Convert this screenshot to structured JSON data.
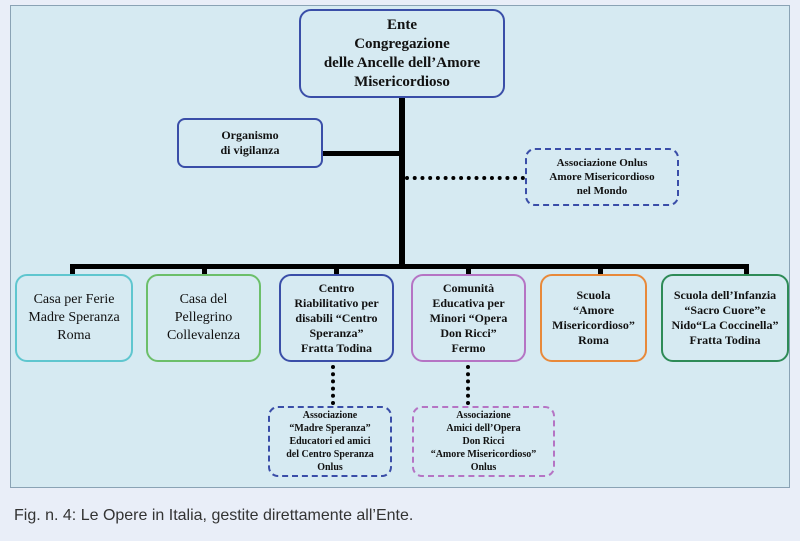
{
  "root": {
    "label": "Ente\nCongregazione\ndelle Ancelle dell’Amore\nMisericordioso"
  },
  "vigilance": {
    "label": "Organismo\ndi vigilanza"
  },
  "onlus_world": {
    "label": "Associazione Onlus\nAmore Misericordioso\nnel Mondo"
  },
  "works": [
    {
      "label": "Casa per Ferie\nMadre Speranza\nRoma",
      "border": "#5fc6cf"
    },
    {
      "label": "Casa del\nPellegrino\nCollevalenza",
      "border": "#6cbf6a"
    },
    {
      "label": "Centro\nRiabilitativo per\ndisabili “Centro\nSperanza”\nFratta Todina",
      "border": "#3a4ea8"
    },
    {
      "label": "Comunità\nEducativa per\nMinori “Opera\nDon Ricci”\nFermo",
      "border": "#b574c4"
    },
    {
      "label": "Scuola\n“Amore\nMisericordioso”\nRoma",
      "border": "#e8893a"
    },
    {
      "label": "Scuola dell’Infanzia\n“Sacro Cuore”e\nNido“La Coccinella”\nFratta Todina",
      "border": "#2e8b57"
    }
  ],
  "associations": [
    {
      "label": "Associazione\n“Madre Speranza”\nEducatori ed amici\ndel Centro Speranza\nOnlus",
      "border": "#3a4ea8"
    },
    {
      "label": "Associazione\nAmici dell’Opera\nDon Ricci\n“Amore Misericordioso”\nOnlus",
      "border": "#b574c4"
    }
  ],
  "caption": "Fig. n. 4: Le Opere in Italia, gestite direttamente all’Ente.",
  "colors": {
    "panel": "#d6eaf2",
    "root_border": "#3a4ea8",
    "vigilance_border": "#3a4ea8",
    "onlus_border": "#3a4ea8"
  }
}
